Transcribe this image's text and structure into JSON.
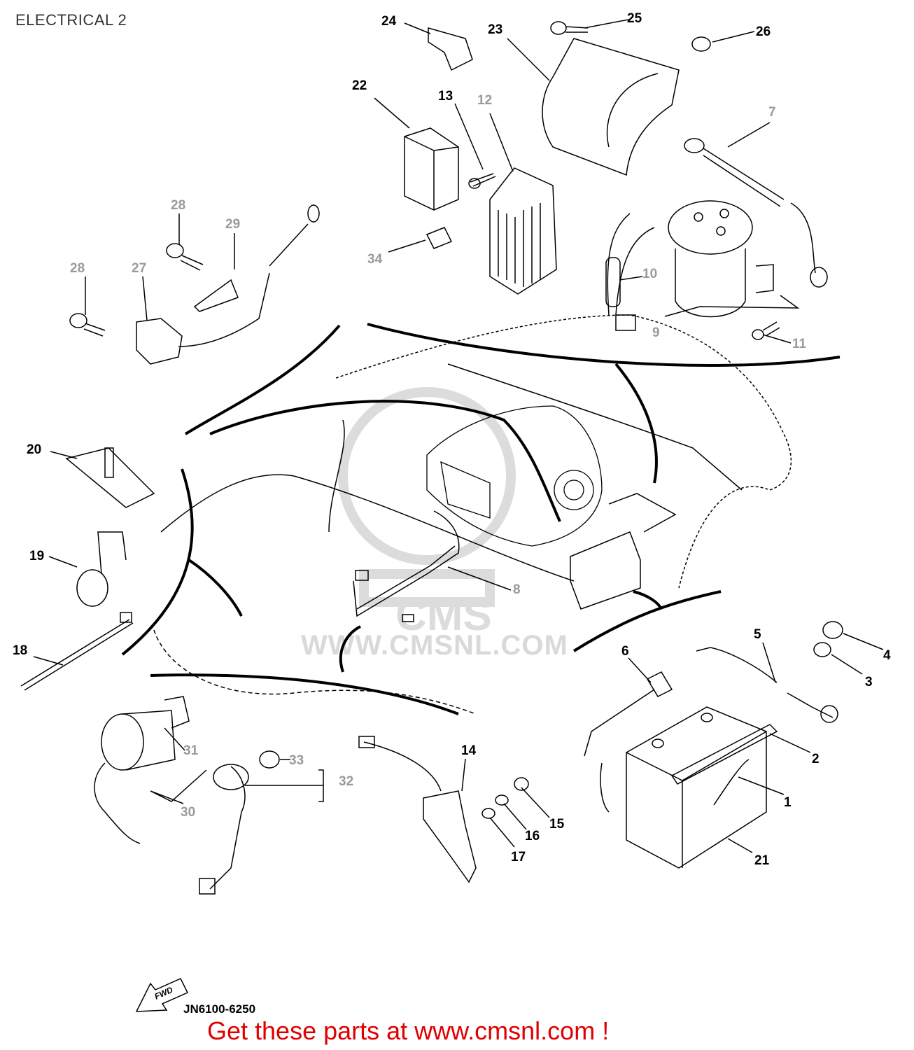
{
  "title": "ELECTRICAL 2",
  "diagram_code": "JN6100-6250",
  "direction_label": "FWD",
  "footer_link": "Get these parts at www.cmsnl.com !",
  "watermark_text": "WWW.CMSNL.COM",
  "watermark_logo": "CMS",
  "colors": {
    "line": "#000000",
    "grey_label": "#9a9a9a",
    "footer": "#e00000",
    "watermark": "#d9d9d9"
  },
  "callouts": [
    {
      "n": "1"
    },
    {
      "n": "2"
    },
    {
      "n": "3"
    },
    {
      "n": "4"
    },
    {
      "n": "5"
    },
    {
      "n": "6"
    },
    {
      "n": "7"
    },
    {
      "n": "8"
    },
    {
      "n": "9"
    },
    {
      "n": "10"
    },
    {
      "n": "11"
    },
    {
      "n": "12"
    },
    {
      "n": "13"
    },
    {
      "n": "14"
    },
    {
      "n": "15"
    },
    {
      "n": "16"
    },
    {
      "n": "17"
    },
    {
      "n": "18"
    },
    {
      "n": "19"
    },
    {
      "n": "20"
    },
    {
      "n": "21"
    },
    {
      "n": "22"
    },
    {
      "n": "23"
    },
    {
      "n": "24"
    },
    {
      "n": "25"
    },
    {
      "n": "26"
    },
    {
      "n": "27"
    },
    {
      "n": "28"
    },
    {
      "n": "28"
    },
    {
      "n": "29"
    },
    {
      "n": "30"
    },
    {
      "n": "31"
    },
    {
      "n": "32"
    },
    {
      "n": "33"
    },
    {
      "n": "34"
    }
  ]
}
